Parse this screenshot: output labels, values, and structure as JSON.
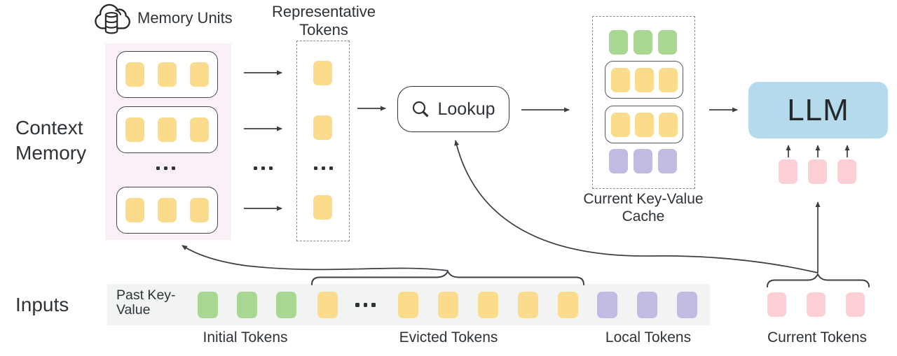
{
  "labels": {
    "memory_units": "Memory Units",
    "context_memory": "Context Memory",
    "representative_tokens": "Representative Tokens",
    "lookup": "Lookup",
    "current_kv_cache": "Current Key-Value Cache",
    "llm": "LLM",
    "inputs": "Inputs",
    "past_key_value": "Past Key-Value",
    "initial_tokens": "Initial Tokens",
    "evicted_tokens": "Evicted Tokens",
    "local_tokens": "Local Tokens",
    "current_tokens": "Current Tokens"
  },
  "colors": {
    "token-yellow": "#FBDC8C",
    "token-green": "#A7D792",
    "token-purple": "#BFBBE2",
    "token-pink": "#FBCFD4",
    "llm-blue": "#B5DAEC",
    "panel-pink": "#FBF0F8",
    "strip-gray": "#F2F4F3",
    "line": "#3A3F45",
    "text": "#2E3338"
  },
  "rows": {
    "memory_unit": {
      "count": 3,
      "cls": "y"
    },
    "rep_single": {
      "count": 1,
      "cls": "y"
    },
    "cache_initial": {
      "count": 3,
      "cls": "g"
    },
    "cache_memory": {
      "count": 3,
      "cls": "y"
    },
    "cache_local": {
      "count": 3,
      "cls": "p"
    },
    "llm_inputs": {
      "count": 3,
      "cls": "k"
    },
    "current": {
      "count": 3,
      "cls": "k"
    },
    "strip_initial": {
      "count": 3,
      "cls": "g lg"
    },
    "strip_evicted_lead": {
      "count": 1,
      "cls": "y lg"
    },
    "strip_evicted": {
      "count": 5,
      "cls": "y lg"
    },
    "strip_local": {
      "count": 3,
      "cls": "p lg"
    }
  }
}
